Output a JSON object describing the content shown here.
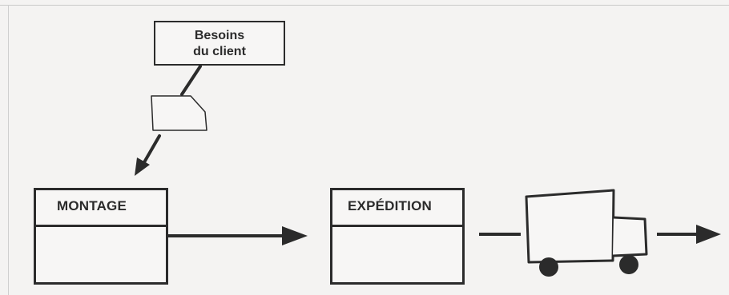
{
  "customer_needs": {
    "line1": "Besoins",
    "line2": "du client"
  },
  "process_boxes": [
    {
      "label": "MONTAGE"
    },
    {
      "label": "EXPÉDITION"
    }
  ],
  "icons": [
    "kanban-card-icon",
    "truck-icon",
    "arrow-icon"
  ],
  "colors": {
    "ink": "#2b2b2b",
    "paper": "#f4f3f2"
  }
}
